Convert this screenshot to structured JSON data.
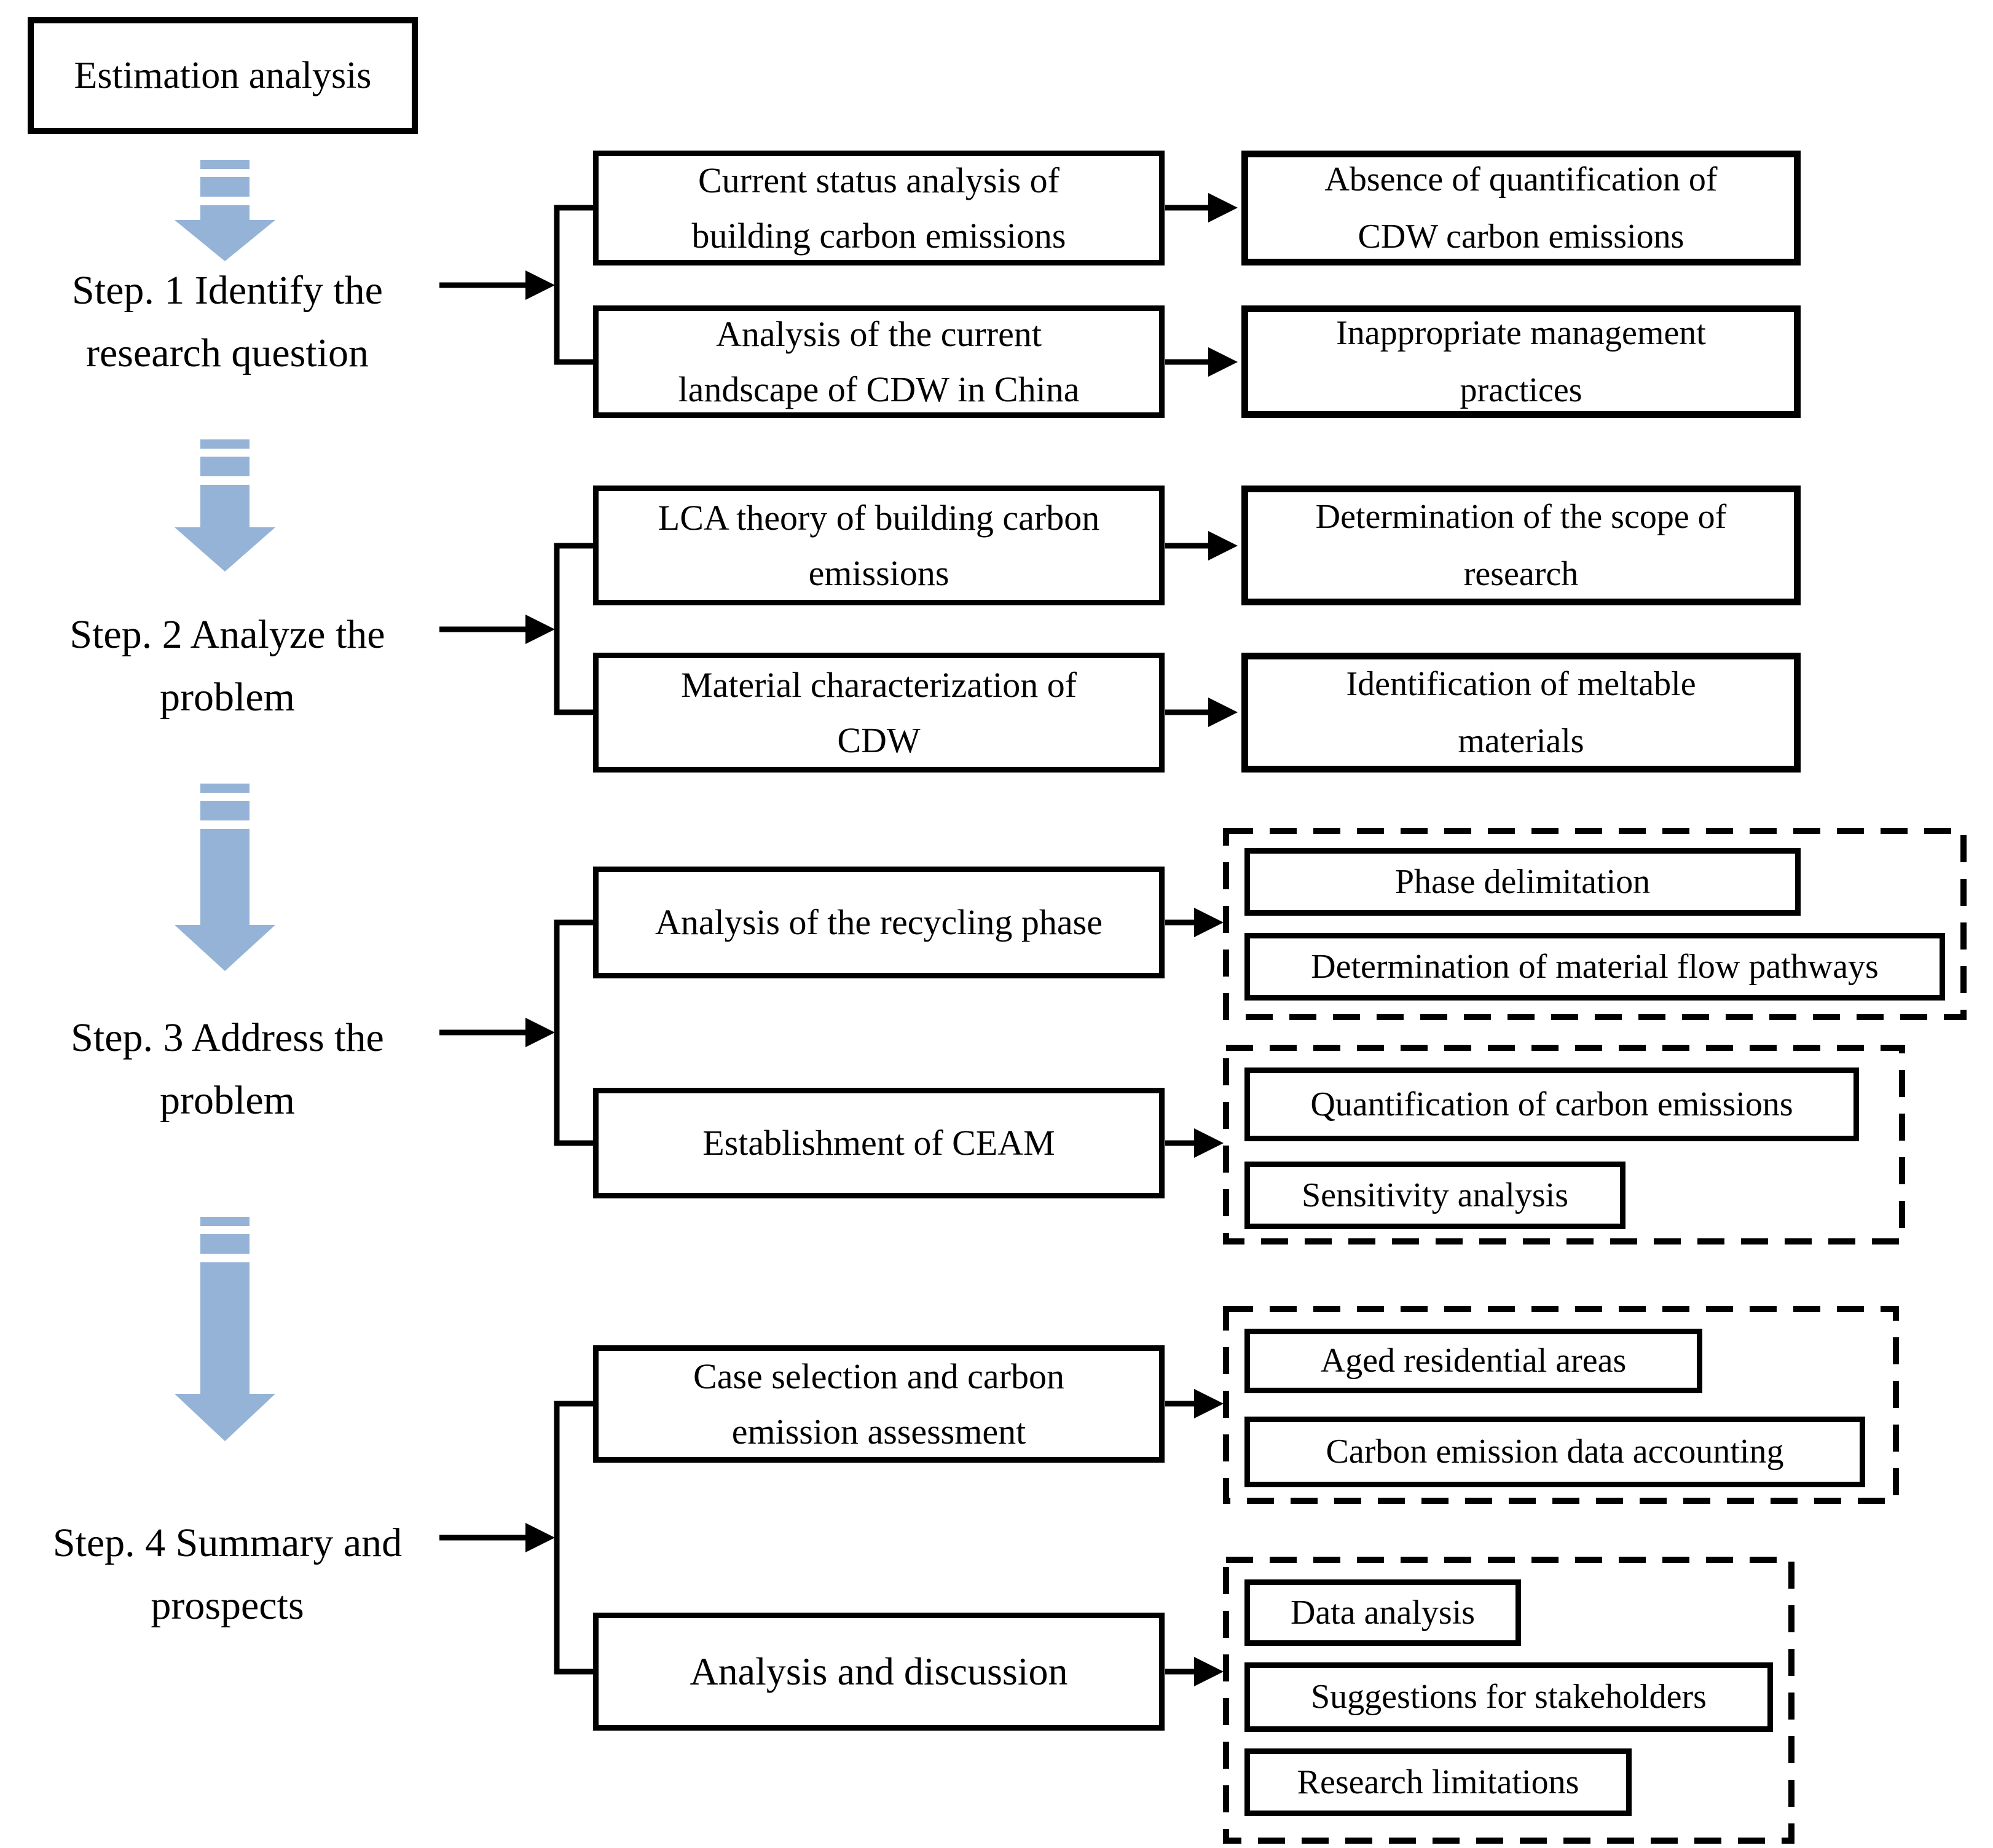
{
  "diagram": {
    "title": "Estimation analysis",
    "steps": [
      {
        "label": "Step. 1 Identify the\nresearch question"
      },
      {
        "label": "Step. 2 Analyze the\nproblem"
      },
      {
        "label": "Step. 3 Address the\nproblem"
      },
      {
        "label": "Step. 4 Summary and\nprospects"
      }
    ],
    "middle_boxes": [
      {
        "label": "Current status analysis of\nbuilding carbon emissions"
      },
      {
        "label": "Analysis of the current\nlandscape of CDW in China"
      },
      {
        "label": "LCA theory of building carbon\nemissions"
      },
      {
        "label": "Material characterization of\nCDW"
      },
      {
        "label": "Analysis of the recycling phase"
      },
      {
        "label": "Establishment of CEAM"
      },
      {
        "label": "Case selection and carbon\nemission assessment"
      },
      {
        "label": "Analysis and discussion"
      }
    ],
    "outcome_boxes": [
      {
        "label": "Absence of quantification of\nCDW carbon emissions"
      },
      {
        "label": "Inappropriate management\npractices"
      },
      {
        "label": "Determination of the scope of\nresearch"
      },
      {
        "label": "Identification of meltable\nmaterials"
      }
    ],
    "dashed_groups": [
      {
        "items": [
          {
            "label": "Phase delimitation"
          },
          {
            "label": "Determination of material flow pathways"
          }
        ]
      },
      {
        "items": [
          {
            "label": "Quantification of carbon emissions"
          },
          {
            "label": "Sensitivity analysis"
          }
        ]
      },
      {
        "items": [
          {
            "label": "Aged residential areas"
          },
          {
            "label": "Carbon emission data accounting"
          }
        ]
      },
      {
        "items": [
          {
            "label": "Data analysis"
          },
          {
            "label": "Suggestions for stakeholders"
          },
          {
            "label": "Research limitations"
          }
        ]
      }
    ],
    "colors": {
      "arrow_blue": "#95b3d7",
      "line_black": "#000000"
    }
  }
}
